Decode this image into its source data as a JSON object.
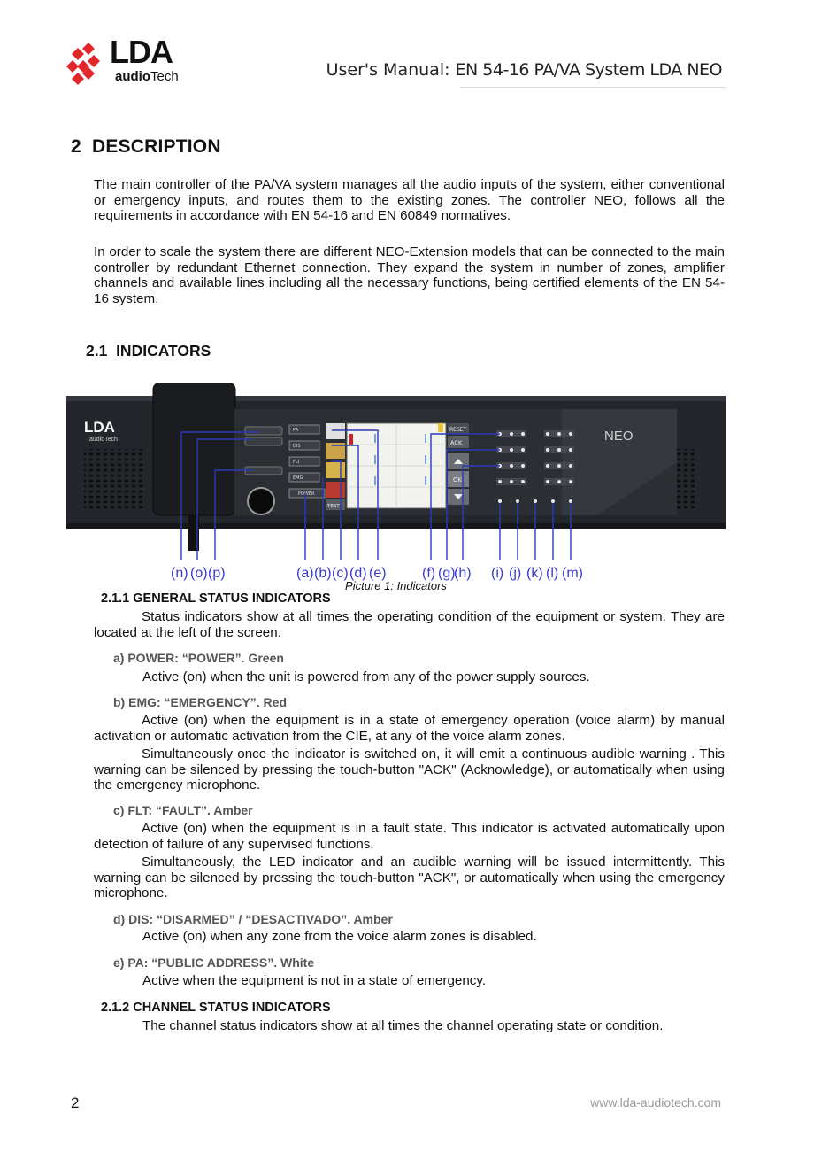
{
  "header": {
    "logo_brand": "LDA",
    "logo_sub_bold": "audio",
    "logo_sub": "Tech",
    "title_prefix": "User's Manual: ",
    "title_main": "EN 54-16 PA/VA System LDA NEO"
  },
  "section": {
    "number": "2",
    "title": "DESCRIPTION",
    "paragraphs": [
      "The main controller of the PA/VA system manages all the audio inputs of the system, either conventional or emergency inputs,  and routes them to the existing zones. The controller NEO, follows all the requirements in accordance with EN 54-16 and EN 60849 normatives.",
      "In order to scale the system there are different NEO-Extension models that can be connected to the main controller by redundant Ethernet connection. They expand the system in number of zones, amplifier channels and available lines including all the necessary functions, being certified elements of the EN 54-16 system."
    ]
  },
  "subsection": {
    "number": "2.1",
    "title": "INDICATORS"
  },
  "figure": {
    "caption": "Picture 1: Indicators",
    "device_brand": "LDA",
    "device_brand_sub": "audioTech",
    "device_model": "NEO",
    "callouts": [
      "(n)",
      "(o)",
      "(p)",
      "(a)",
      "(b)",
      "(c)",
      "(d)",
      "(e)",
      "(f)",
      "(g)",
      "(h)",
      "(i)",
      "(j)",
      "(k)",
      "(l)",
      "(m)"
    ],
    "buttons": [
      "RESET",
      "ACK",
      "OK",
      "TEST"
    ],
    "left_keys": [
      "PA",
      "DIS",
      "FLT",
      "EMG",
      "POWER"
    ],
    "colors": {
      "panel": "#1e2024",
      "callout": "#3a3ad0",
      "callout_line": "#2a3ab8"
    }
  },
  "general_status": {
    "heading": "2.1.1  GENERAL STATUS INDICATORS",
    "intro": "Status indicators show at all times the operating condition of the equipment or system. They are located at the left of the screen.",
    "items": [
      {
        "label": "a) POWER: “POWER”. Green",
        "lines": [
          "Active (on) when the unit is powered from any of the power supply sources."
        ]
      },
      {
        "label": "b) EMG: “EMERGENCY”. Red",
        "lines": [
          "Active (on) when the equipment is in a state of emergency operation (voice alarm) by manual activation or automatic activation from the CIE, at any of the voice alarm zones.",
          "Simultaneously once the indicator is switched on, it will emit a continuous audible warning . This warning can be silenced by pressing the touch-button \"ACK\" (Acknowledge), or automatically when using the emergency microphone."
        ]
      },
      {
        "label": "c) FLT: “FAULT”. Amber",
        "lines": [
          "Active (on) when the equipment is in a fault state. This indicator is activated automatically upon detection of failure of any supervised functions.",
          "Simultaneously, the LED indicator and an audible warning will be issued intermittently. This warning can be silenced by pressing the touch-button \"ACK\", or automatically when using the emergency microphone."
        ]
      },
      {
        "label": "d) DIS: “DISARMED” / “DESACTIVADO”. Amber",
        "lines": [
          "Active (on) when any zone from the voice alarm zones is disabled."
        ]
      },
      {
        "label": "e) PA: “PUBLIC ADDRESS”. White",
        "lines": [
          "Active when the equipment is not in a state of emergency."
        ]
      }
    ]
  },
  "channel_status": {
    "heading": "2.1.2  CHANNEL STATUS INDICATORS",
    "intro": "The channel status indicators show at all times the channel operating state or condition."
  },
  "footer": {
    "page": "2",
    "url": "www.lda-audiotech.com"
  }
}
